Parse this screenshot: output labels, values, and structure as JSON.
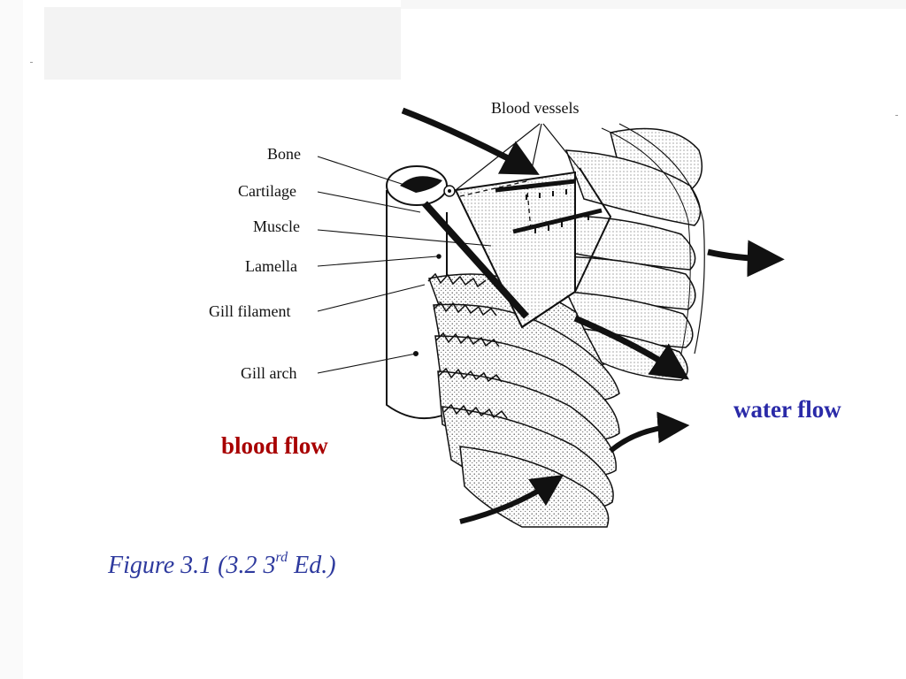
{
  "diagram": {
    "labels": {
      "blood_vessels": "Blood vessels",
      "bone": "Bone",
      "cartilage": "Cartilage",
      "muscle": "Muscle",
      "lamella": "Lamella",
      "gill_filament": "Gill filament",
      "gill_arch": "Gill arch"
    },
    "flows": {
      "water_flow": "water flow",
      "blood_flow": "blood flow"
    },
    "colors": {
      "water_flow": "#2a2aa8",
      "blood_flow": "#a80000",
      "caption": "#2e3a9e"
    }
  },
  "caption": {
    "prefix": "Figure 3.1 (3.2 3",
    "superscript": "rd",
    "suffix": " Ed.)"
  }
}
